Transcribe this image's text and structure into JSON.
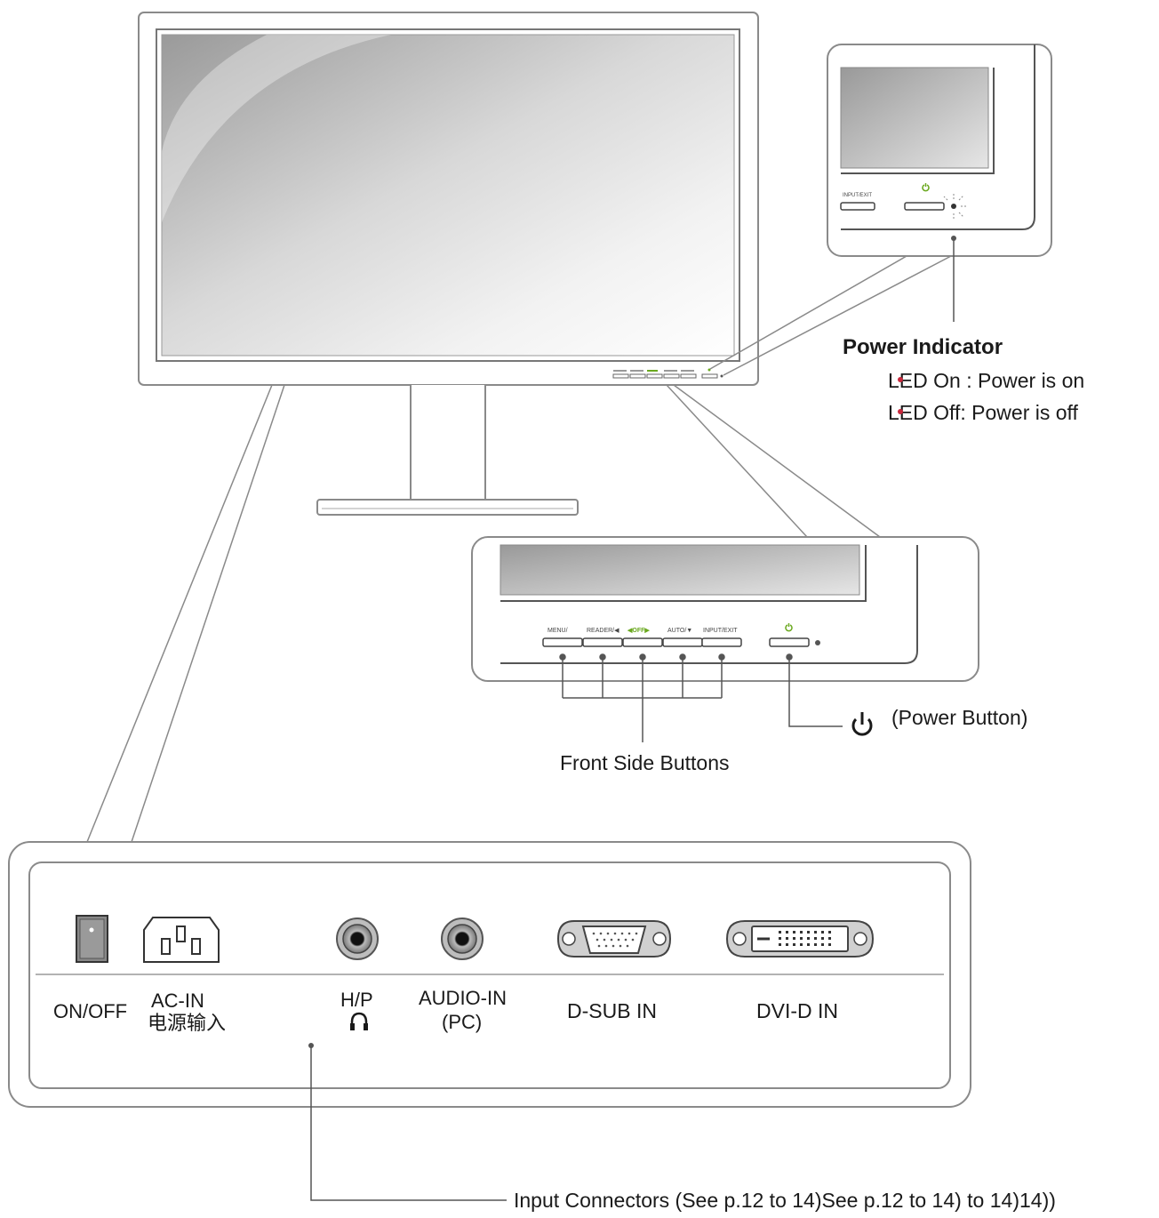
{
  "power_indicator": {
    "title": "Power Indicator",
    "led_on": "LED On : Power is on",
    "led_off": "LED Off: Power is off"
  },
  "front_buttons": {
    "label": "Front Side Buttons",
    "power_button_label": "(Power Button)",
    "button_labels": [
      "MENU/",
      "READER/◀",
      "◀OFF▶",
      "AUTO/▼",
      "INPUT/EXIT"
    ],
    "zoom_top_label": "INPUT/EXIT"
  },
  "connectors": {
    "on_off": "ON/OFF",
    "ac_in": "AC-IN",
    "ac_in_cn": "电源输入",
    "hp": "H/P",
    "audio_in": "AUDIO-IN",
    "audio_in_pc": "(PC)",
    "dsub": "D-SUB IN",
    "dvid": "DVI-D IN",
    "caption": "Input Connectors (See p.12 to 14)See p.12 to 14) to 14)14))"
  },
  "colors": {
    "line": "#8a8a8a",
    "led": "#c8283c",
    "power_icon": "#6aa81e"
  }
}
